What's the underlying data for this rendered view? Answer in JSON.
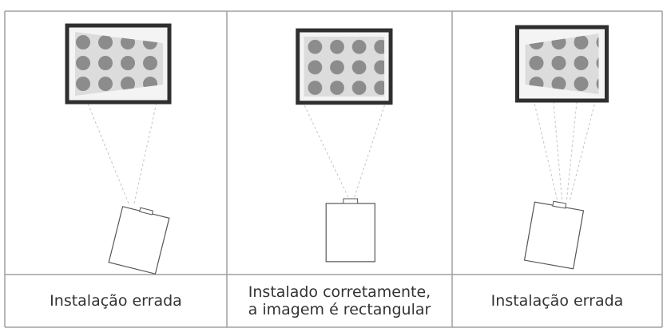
{
  "captions": {
    "left": "Instalação errada",
    "middle_line1": "Instalado corretamente,",
    "middle_line2": "a imagem é rectangular",
    "right": "Instalação errada"
  },
  "colors": {
    "frame": "#2f2f2f",
    "screen_bg": "#f2f2f2",
    "projection": "#d9d9d9",
    "dot": "#8c8c8c",
    "beam": "#bdbdbd",
    "grid_line": "#999999",
    "projector": "#555555"
  }
}
